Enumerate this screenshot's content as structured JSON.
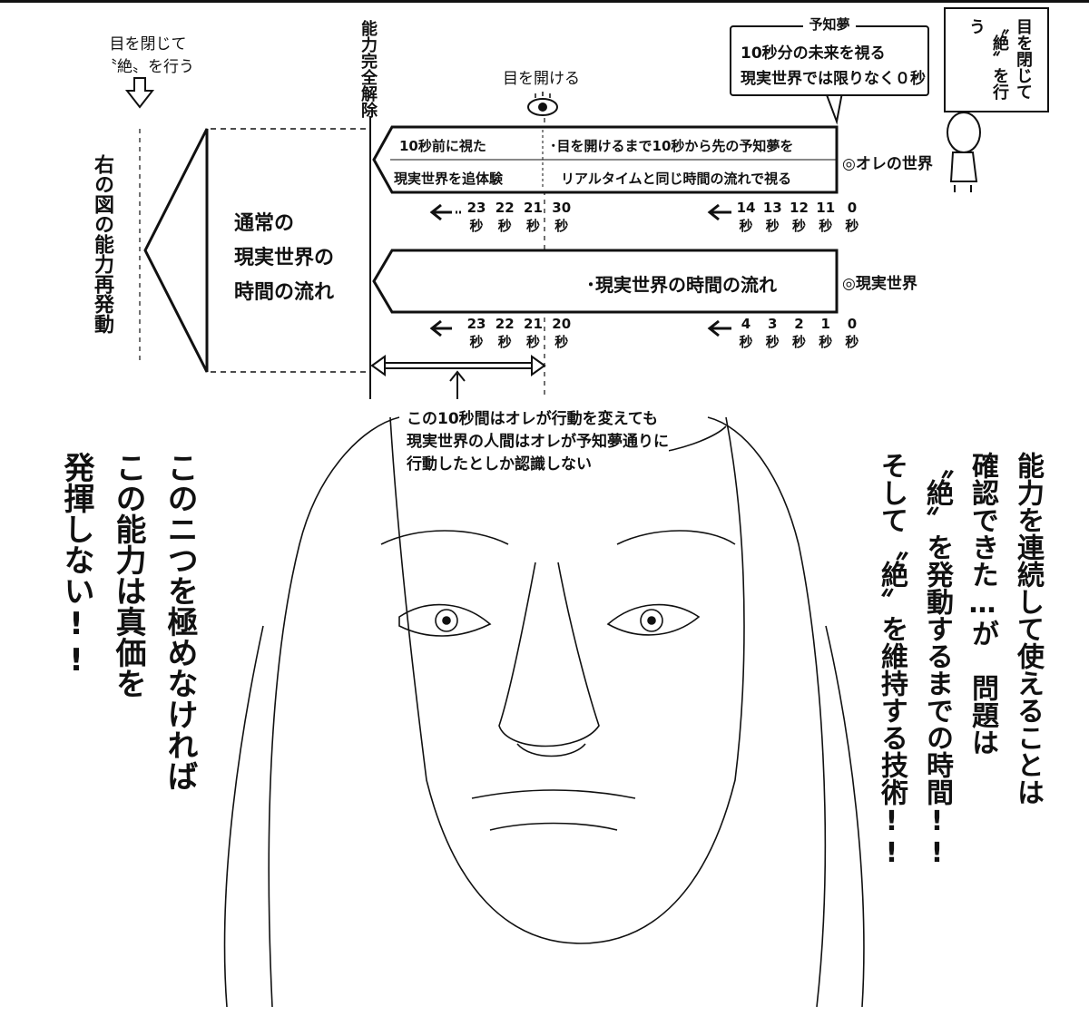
{
  "top_left": {
    "line1": "目を閉じて",
    "line2": "〝絶〟を行う"
  },
  "release_label": "能力完全解除",
  "open_eye_label": "目を開ける",
  "bubble": {
    "title": "予知夢",
    "line1": "10秒分の未来を視る",
    "line2": "現実世界では限りなく０秒"
  },
  "top_right_box": "目を閉じて〝絶〟を行う",
  "restart_label": "右の図の能力再発動",
  "normal_flow_label": [
    "通常の",
    "現実世界の",
    "時間の流れ"
  ],
  "my_world": {
    "row1_left": "10秒前に視た",
    "row1_right": "･目を開けるまで10秒から先の予知夢を",
    "row2_left": "現実世界を追体験",
    "row2_right": "リアルタイムと同じ時間の流れで視る",
    "label": "◎オレの世界"
  },
  "my_world_ticks_left": [
    "23",
    "22",
    "21",
    "30"
  ],
  "my_world_ticks_right": [
    "14",
    "13",
    "12",
    "11",
    "0"
  ],
  "real_world": {
    "text": "･現実世界の時間の流れ",
    "label": "◎現実世界"
  },
  "real_world_ticks_left": [
    "23",
    "22",
    "21",
    "20"
  ],
  "real_world_ticks_right": [
    "4",
    "3",
    "2",
    "1",
    "0"
  ],
  "sec_unit": "秒",
  "explanation": [
    "この10秒間はオレが行動を変えても",
    "現実世界の人間はオレが予知夢通りに",
    "行動したとしか認識しない"
  ],
  "left_speech": [
    "このニつを極めなければ",
    "この能力は真価を",
    "発揮しない!!"
  ],
  "right_speech": [
    "能力を連続して使えることは",
    "確認できた…が　問題は",
    "〝絶〟を発動するまでの時間!!",
    "そして〝絶〟を維持する技術!!"
  ]
}
